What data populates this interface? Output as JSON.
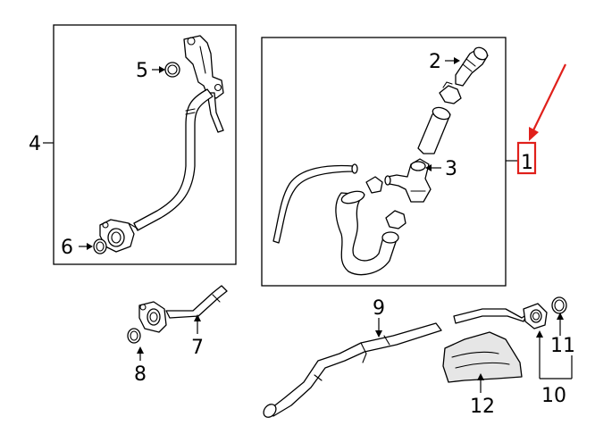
{
  "callouts": {
    "part_1": "1",
    "part_2": "2",
    "part_3": "3",
    "part_4": "4",
    "part_5": "5",
    "part_6": "6",
    "part_7": "7",
    "part_8": "8",
    "part_9": "9",
    "part_10": "10",
    "part_11": "11",
    "part_12": "12"
  },
  "colors": {
    "highlight": "#e0201b",
    "line": "#000000",
    "background": "#ffffff"
  }
}
